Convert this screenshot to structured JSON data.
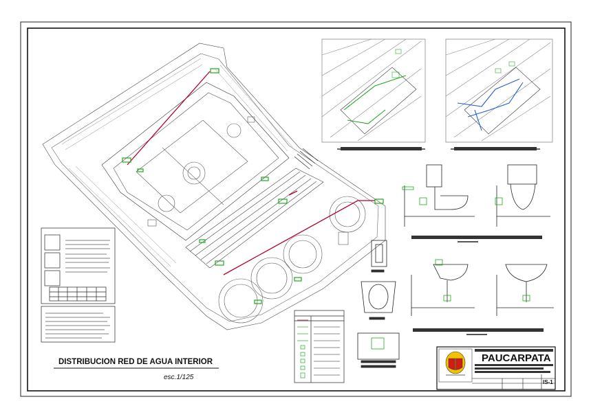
{
  "drawing": {
    "title": "DISTRIBUCION RED DE AGUA INTERIOR",
    "scale": "esc.1/125"
  },
  "title_block": {
    "municipality": "PAUCARPATA",
    "sheet_code": "IS-1"
  },
  "colors": {
    "line": "#1a1a1a",
    "water_pipe": "#b5002a",
    "fixture": "#1faa1f",
    "drain": "#1e5fd6",
    "badge_red": "#d11a1a",
    "badge_yellow": "#f2c200"
  }
}
